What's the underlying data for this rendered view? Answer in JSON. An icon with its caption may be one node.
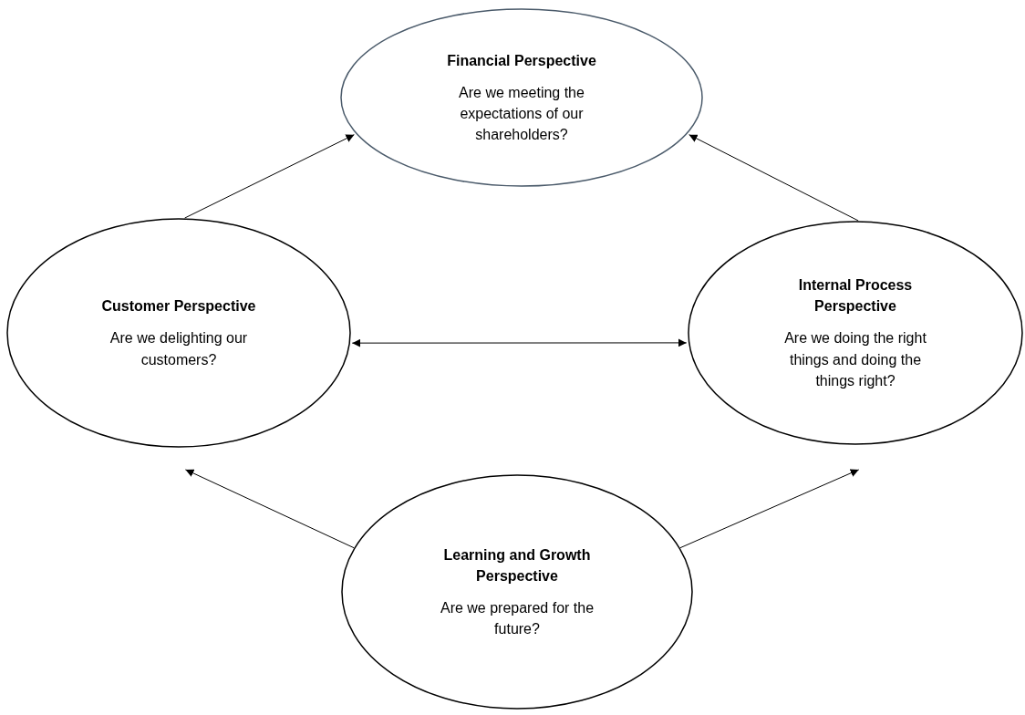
{
  "diagram": {
    "nodes": [
      {
        "text": [
          "Financial Perspective",
          "Are we meeting the expectations of our shareholders?"
        ]
      },
      {
        "text": [
          "Customer Perspective",
          "Are we delighting our customers?"
        ]
      },
      {
        "text": [
          "Internal Process Perspective",
          "Are we doing the right things and doing the things right?"
        ]
      },
      {
        "text": [
          "Learning and Growth Perspective",
          "Are we prepared for the future?"
        ]
      }
    ],
    "edges": [
      {
        "from": 1,
        "to": 0,
        "arrow": "to"
      },
      {
        "from": 2,
        "to": 0,
        "arrow": "to"
      },
      {
        "from": 1,
        "to": 2,
        "arrow": "both"
      },
      {
        "from": 3,
        "to": 1,
        "arrow": "to"
      },
      {
        "from": 3,
        "to": 2,
        "arrow": "to"
      }
    ]
  }
}
